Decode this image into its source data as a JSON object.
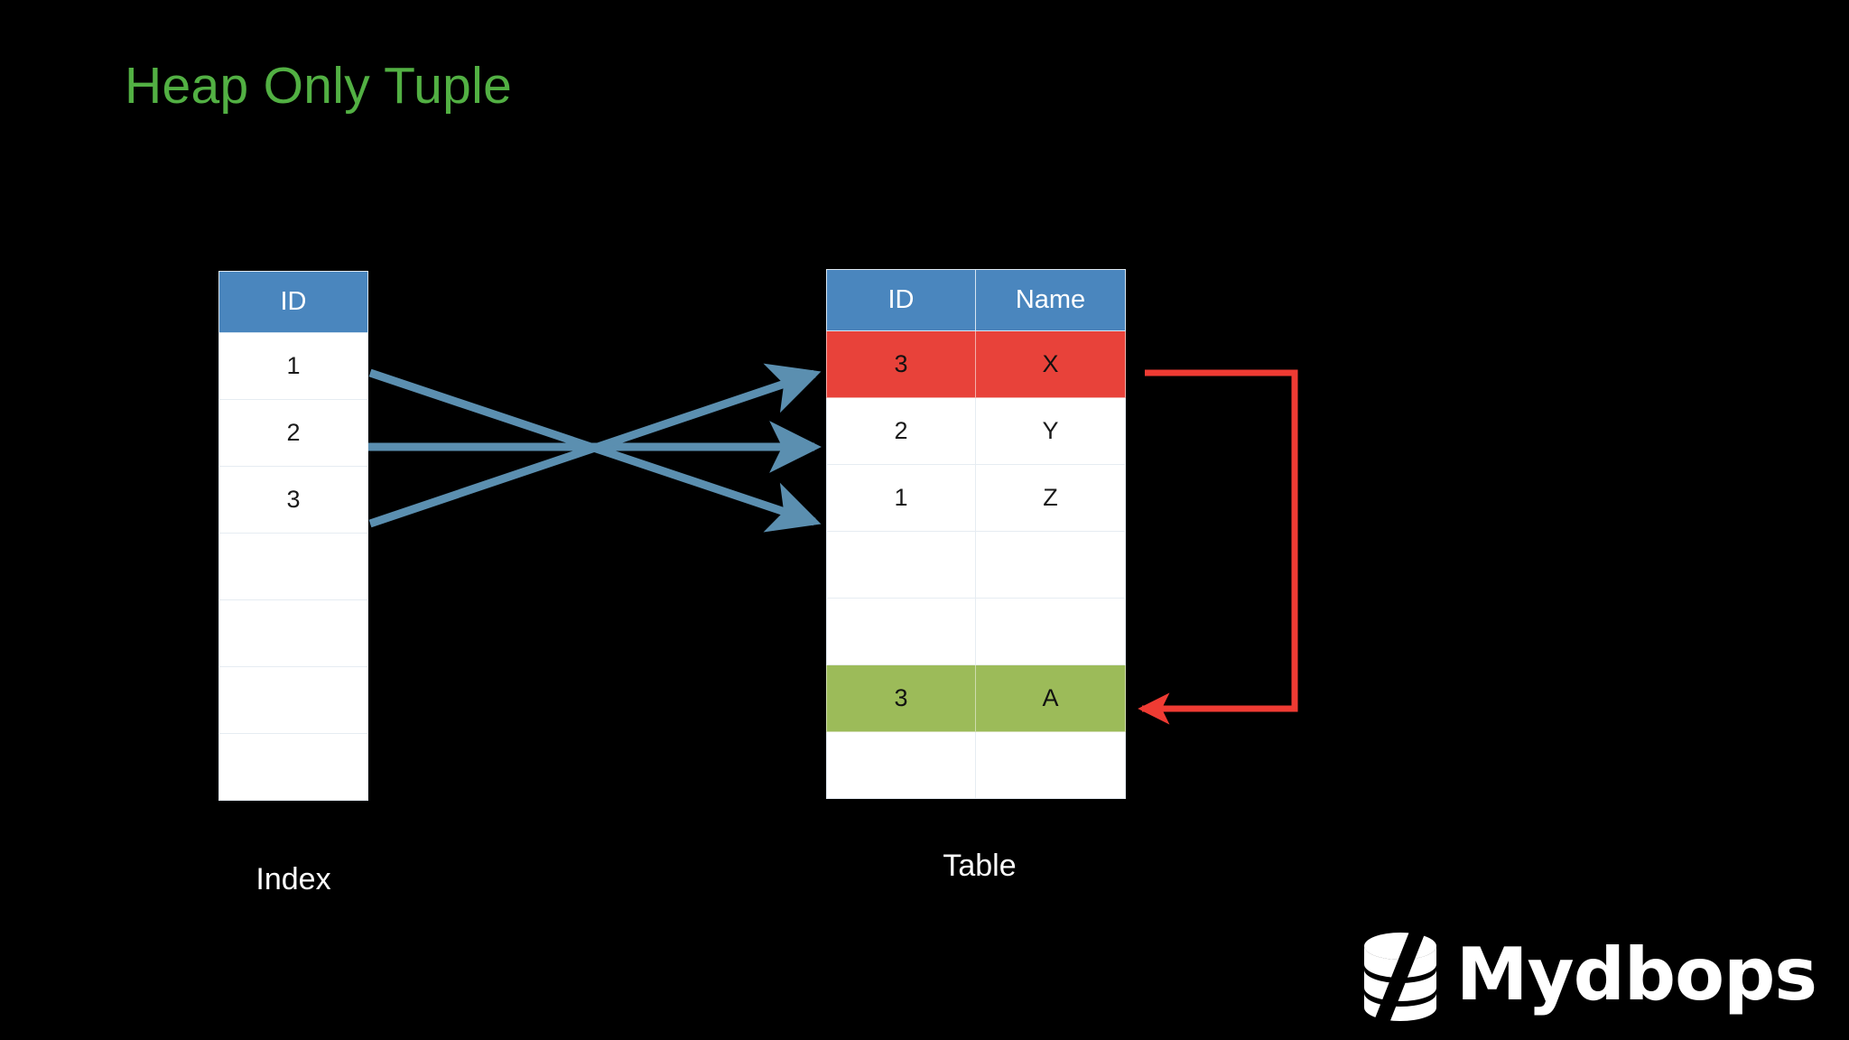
{
  "slide": {
    "background_color": "#000000",
    "title": "Heap Only Tuple",
    "title_color": "#52b043"
  },
  "index_panel": {
    "caption": "Index",
    "header": [
      "ID"
    ],
    "header_color": "#4a86be",
    "rows": [
      {
        "cells": [
          "1"
        ],
        "fill": "white"
      },
      {
        "cells": [
          "2"
        ],
        "fill": "white"
      },
      {
        "cells": [
          "3"
        ],
        "fill": "white"
      },
      {
        "cells": [
          ""
        ],
        "fill": "white"
      },
      {
        "cells": [
          ""
        ],
        "fill": "white"
      },
      {
        "cells": [
          ""
        ],
        "fill": "white"
      },
      {
        "cells": [
          ""
        ],
        "fill": "white"
      }
    ]
  },
  "table_panel": {
    "caption": "Table",
    "header": [
      "ID",
      "Name"
    ],
    "header_color": "#4a86be",
    "rows": [
      {
        "cells": [
          "3",
          "X"
        ],
        "fill": "red"
      },
      {
        "cells": [
          "2",
          "Y"
        ],
        "fill": "white"
      },
      {
        "cells": [
          "1",
          "Z"
        ],
        "fill": "white"
      },
      {
        "cells": [
          "",
          ""
        ],
        "fill": "white"
      },
      {
        "cells": [
          "",
          ""
        ],
        "fill": "white"
      },
      {
        "cells": [
          "3",
          "A"
        ],
        "fill": "green"
      },
      {
        "cells": [
          "",
          ""
        ],
        "fill": "white"
      }
    ]
  },
  "colors": {
    "header_blue": "#4a86be",
    "highlight_red": "#e8423a",
    "highlight_green": "#9cbb59",
    "arrow_blue": "#5b8fb0",
    "arrow_red": "#ef3b33",
    "title_green": "#52b043"
  },
  "arrows": {
    "index_to_table": [
      {
        "name": "index-1-to-row-Z",
        "from": "index row 1",
        "to": "table row 1 / Z",
        "color": "#5b8fb0"
      },
      {
        "name": "index-2-to-row-Y",
        "from": "index row 2",
        "to": "table row 2 / Y",
        "color": "#5b8fb0"
      },
      {
        "name": "index-3-to-row-X",
        "from": "index row 3",
        "to": "table row 3 / X",
        "color": "#5b8fb0"
      }
    ],
    "hot_chain": {
      "name": "red-hot-chain-pointer",
      "from": "table row 3 / X (red)",
      "to": "table row 3 / A (green)",
      "color": "#ef3b33"
    }
  },
  "logo": {
    "text": "Mydbops",
    "mark": "database-cylinder-icon",
    "color": "#ffffff"
  }
}
